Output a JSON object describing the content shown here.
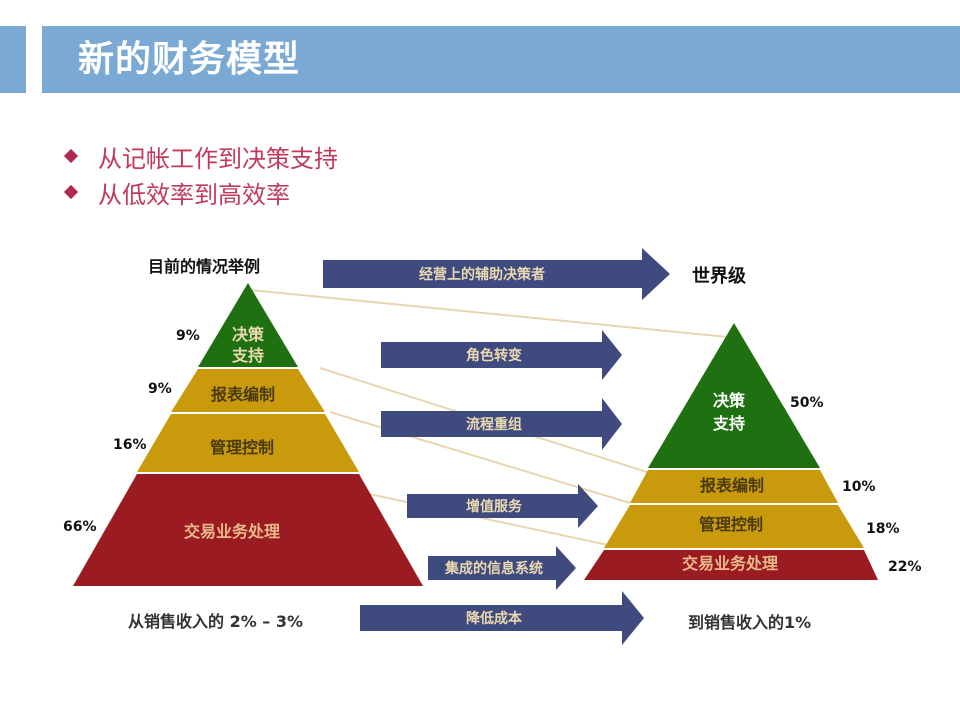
{
  "title": "新的财务模型",
  "bullets": [
    "从记帐工作到决策支持",
    "从低效率到高效率"
  ],
  "left": {
    "heading": "目前的情况举例",
    "caption": "从销售收入的 2% – 3%",
    "layers": [
      {
        "label": "决策",
        "label2": "支持",
        "percent": "9%"
      },
      {
        "label": "报表编制",
        "percent": "9%"
      },
      {
        "label": "管理控制",
        "percent": "16%"
      },
      {
        "label": "交易业务处理",
        "percent": "66%"
      }
    ]
  },
  "right": {
    "heading": "世界级",
    "caption": "到销售收入的1%",
    "layers": [
      {
        "label": "决策",
        "label2": "支持",
        "percent": "50%"
      },
      {
        "label": "报表编制",
        "percent": "10%"
      },
      {
        "label": "管理控制",
        "percent": "18%"
      },
      {
        "label": "交易业务处理",
        "percent": "22%"
      }
    ]
  },
  "arrows": [
    "经营上的辅助决策者",
    "角色转变",
    "流程重组",
    "增值服务",
    "集成的信息系统",
    "降低成本"
  ],
  "colors": {
    "title_bar": "#7aa9d4",
    "bullet": "#b1284f",
    "green": "#1f7010",
    "gold": "#c99a0c",
    "red": "#9b1b22",
    "arrow": "#3f4a7e",
    "arrow_text": "#ead9b0",
    "layer_text": "#ead9b0",
    "connector": "#e8d6b0"
  }
}
